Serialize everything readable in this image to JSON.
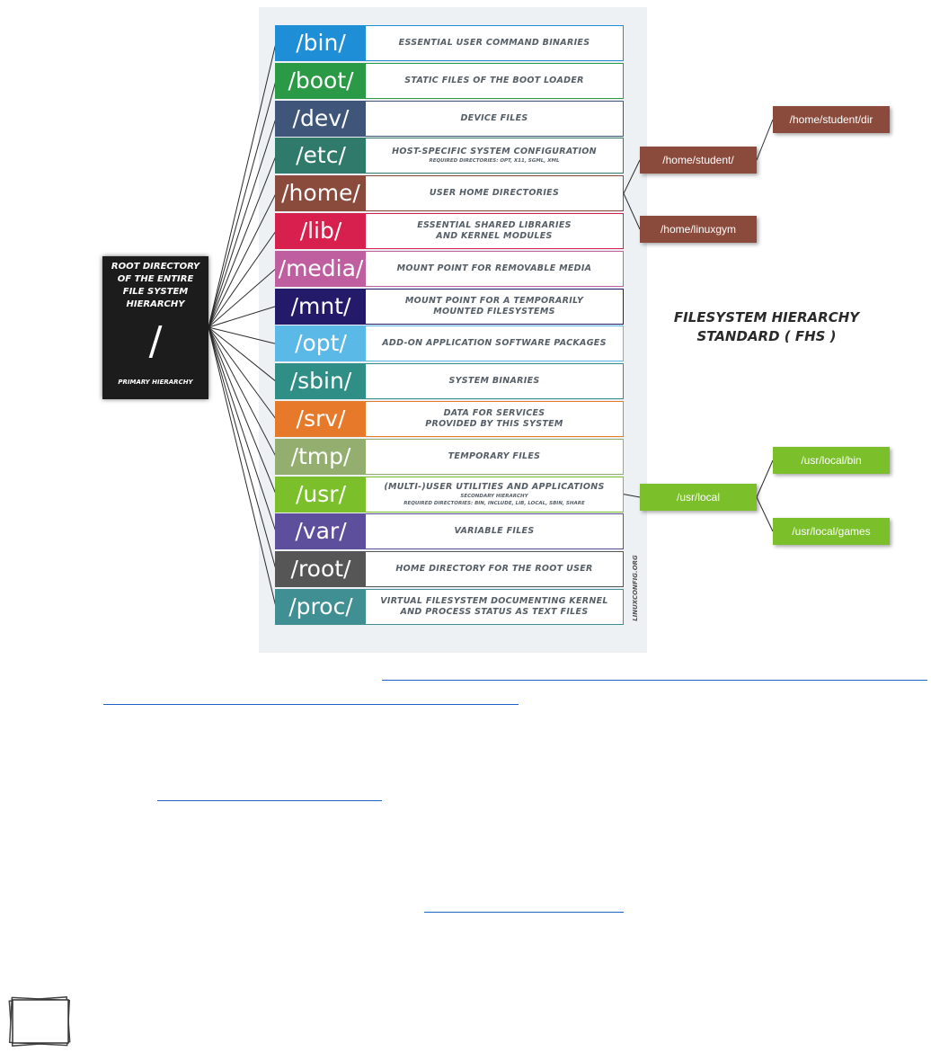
{
  "diagram": {
    "title": "FILESYSTEM HIERARCHY\nSTANDARD ( FHS )",
    "credit": "LINUXCONFIG.ORG",
    "root": {
      "label": "ROOT DIRECTORY\nOF THE ENTIRE\nFILE SYSTEM\nHIERARCHY",
      "symbol": "/",
      "sublabel": "PRIMARY HIERARCHY"
    },
    "directories": [
      {
        "name": "/bin/",
        "desc": "ESSENTIAL USER COMMAND BINARIES",
        "sub": "",
        "color": "#1e8fd6"
      },
      {
        "name": "/boot/",
        "desc": "STATIC FILES OF THE BOOT LOADER",
        "sub": "",
        "color": "#2a9a46"
      },
      {
        "name": "/dev/",
        "desc": "DEVICE FILES",
        "sub": "",
        "color": "#3f5579"
      },
      {
        "name": "/etc/",
        "desc": "HOST-SPECIFIC SYSTEM CONFIGURATION",
        "sub": "REQUIRED DIRECTORIES: OPT, X11, SGML, XML",
        "color": "#2f7a6a"
      },
      {
        "name": "/home/",
        "desc": "USER HOME DIRECTORIES",
        "sub": "",
        "color": "#8a4a3c"
      },
      {
        "name": "/lib/",
        "desc": "ESSENTIAL SHARED LIBRARIES\nAND KERNEL MODULES",
        "sub": "",
        "color": "#d8204e"
      },
      {
        "name": "/media/",
        "desc": "MOUNT POINT FOR REMOVABLE MEDIA",
        "sub": "",
        "color": "#c05fa0"
      },
      {
        "name": "/mnt/",
        "desc": "MOUNT POINT FOR A TEMPORARILY\nMOUNTED FILESYSTEMS",
        "sub": "",
        "color": "#241a6a"
      },
      {
        "name": "/opt/",
        "desc": "ADD-ON APPLICATION SOFTWARE PACKAGES",
        "sub": "",
        "color": "#5bb9e8"
      },
      {
        "name": "/sbin/",
        "desc": "SYSTEM BINARIES",
        "sub": "",
        "color": "#2f8f86"
      },
      {
        "name": "/srv/",
        "desc": "DATA FOR SERVICES\nPROVIDED BY THIS SYSTEM",
        "sub": "",
        "color": "#e6792a"
      },
      {
        "name": "/tmp/",
        "desc": "TEMPORARY FILES",
        "sub": "",
        "color": "#93ae6e"
      },
      {
        "name": "/usr/",
        "desc": "(MULTI-)USER UTILITIES AND APPLICATIONS",
        "sub": "SECONDARY HIERARCHY\nREQUIRED DIRECTORIES: BIN, INCLUDE, LIB, LOCAL, SBIN, SHARE",
        "color": "#7bbf2a"
      },
      {
        "name": "/var/",
        "desc": "VARIABLE FILES",
        "sub": "",
        "color": "#5d4f9c"
      },
      {
        "name": "/root/",
        "desc": "HOME DIRECTORY FOR THE ROOT USER",
        "sub": "",
        "color": "#565656"
      },
      {
        "name": "/proc/",
        "desc": "VIRTUAL FILESYSTEM DOCUMENTING KERNEL\nAND PROCESS STATUS AS TEXT FILES",
        "sub": "",
        "color": "#3f8f93"
      }
    ],
    "home_nodes": {
      "student": "/home/student/",
      "student_dir": "/home/student/dir",
      "linuxgym": "/home/linuxgym",
      "color": "#8a4a3c"
    },
    "usr_nodes": {
      "local": "/usr/local",
      "local_bin": "/usr/local/bin",
      "local_games": "/usr/local/games",
      "color": "#7bbf2a"
    }
  },
  "colors": {
    "link": "#1f63c9",
    "description_text": "#555e66"
  }
}
